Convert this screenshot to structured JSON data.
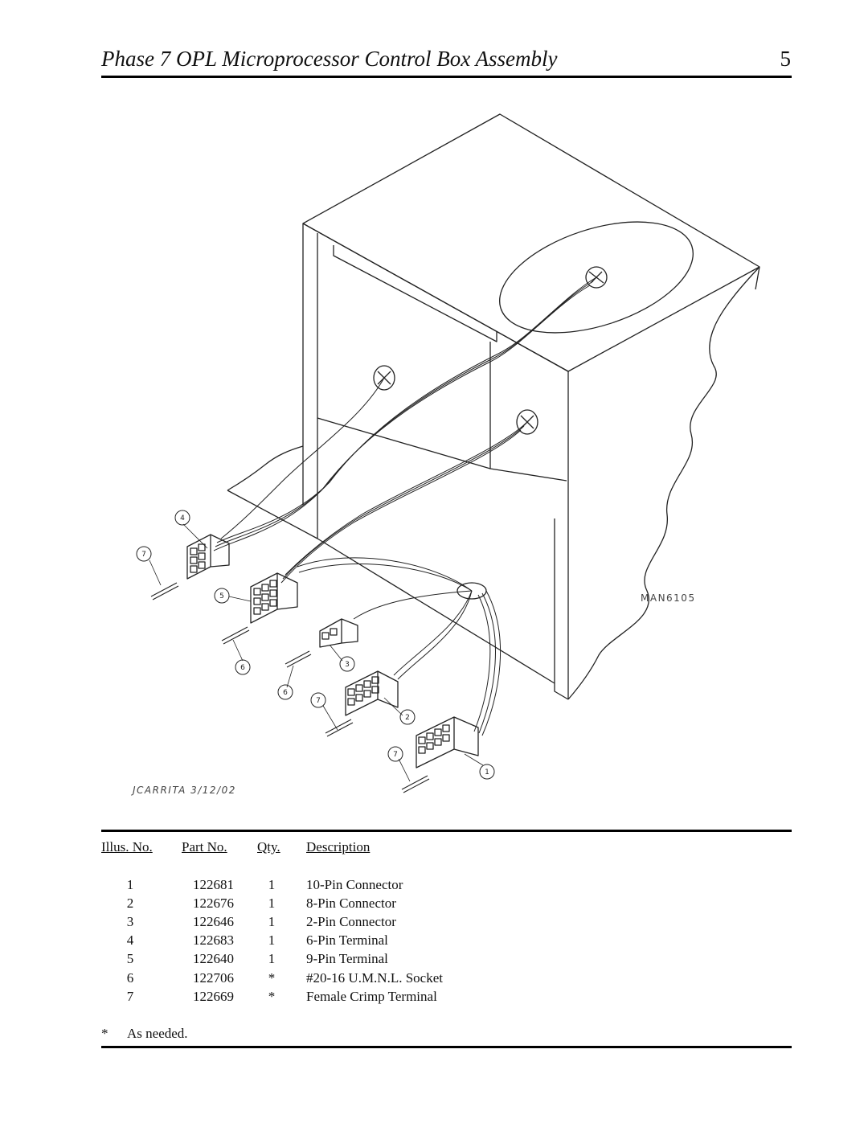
{
  "header": {
    "title": "Phase 7 OPL Microprocessor Control Box Assembly",
    "page_number": "5"
  },
  "figure": {
    "drawing_number": "MAN6105",
    "drafter_stamp": "JCARRITA 3/12/02",
    "callouts": [
      "1",
      "2",
      "3",
      "4",
      "5",
      "6",
      "6",
      "7",
      "7",
      "7"
    ]
  },
  "table": {
    "headers": {
      "illus": "Illus. No.",
      "part": "Part No.",
      "qty": "Qty.",
      "desc": "Description"
    },
    "rows": [
      {
        "illus": "1",
        "part": "122681",
        "qty": "1",
        "desc": "10-Pin Connector"
      },
      {
        "illus": "2",
        "part": "122676",
        "qty": "1",
        "desc": "8-Pin Connector"
      },
      {
        "illus": "3",
        "part": "122646",
        "qty": "1",
        "desc": "2-Pin Connector"
      },
      {
        "illus": "4",
        "part": "122683",
        "qty": "1",
        "desc": "6-Pin Terminal"
      },
      {
        "illus": "5",
        "part": "122640",
        "qty": "1",
        "desc": "9-Pin Terminal"
      },
      {
        "illus": "6",
        "part": "122706",
        "qty": "*",
        "desc": "#20-16 U.M.N.L. Socket"
      },
      {
        "illus": "7",
        "part": "122669",
        "qty": "*",
        "desc": "Female Crimp Terminal"
      }
    ]
  },
  "footnote": {
    "symbol": "*",
    "text": "As needed."
  }
}
